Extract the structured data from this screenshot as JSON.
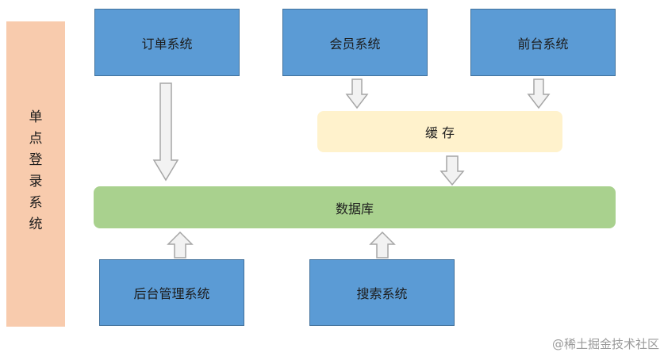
{
  "sso": {
    "label": "单点登录系统",
    "chars": [
      "单",
      "点",
      "登",
      "录",
      "系",
      "统"
    ]
  },
  "systems": {
    "order": "订单系统",
    "member": "会员系统",
    "front": "前台系统",
    "admin": "后台管理系统",
    "search": "搜索系统"
  },
  "cache": {
    "label": "缓 存"
  },
  "database": {
    "label": "数据库"
  },
  "watermark": "@稀土掘金技术社区",
  "colors": {
    "system_box": "#5b9bd5",
    "system_border": "#41719c",
    "sso_box": "#f8cbad",
    "cache_box": "#fff2cc",
    "database_box": "#a9d18e",
    "arrow_fill": "#f2f2f2",
    "arrow_stroke": "#a6a6a6"
  }
}
